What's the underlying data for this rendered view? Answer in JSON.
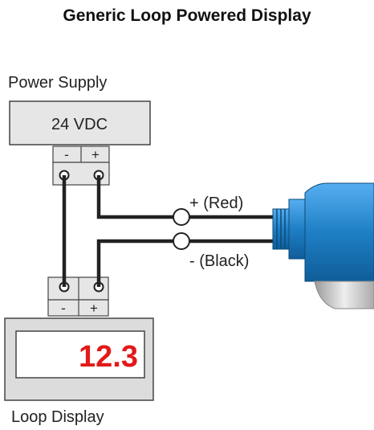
{
  "title": "Generic Loop Powered Display",
  "power_supply": {
    "label": "Power Supply",
    "voltage": "24 VDC",
    "minus": "-",
    "plus": "+"
  },
  "wires": {
    "positive": "+ (Red)",
    "negative": "- (Black)"
  },
  "loop_display": {
    "label": "Loop Display",
    "reading": "12.3",
    "minus": "-",
    "plus": "+"
  },
  "colors": {
    "sensor_blue": "#1f7fc4",
    "reading_red": "#e21a1a",
    "wire": "#222222"
  }
}
